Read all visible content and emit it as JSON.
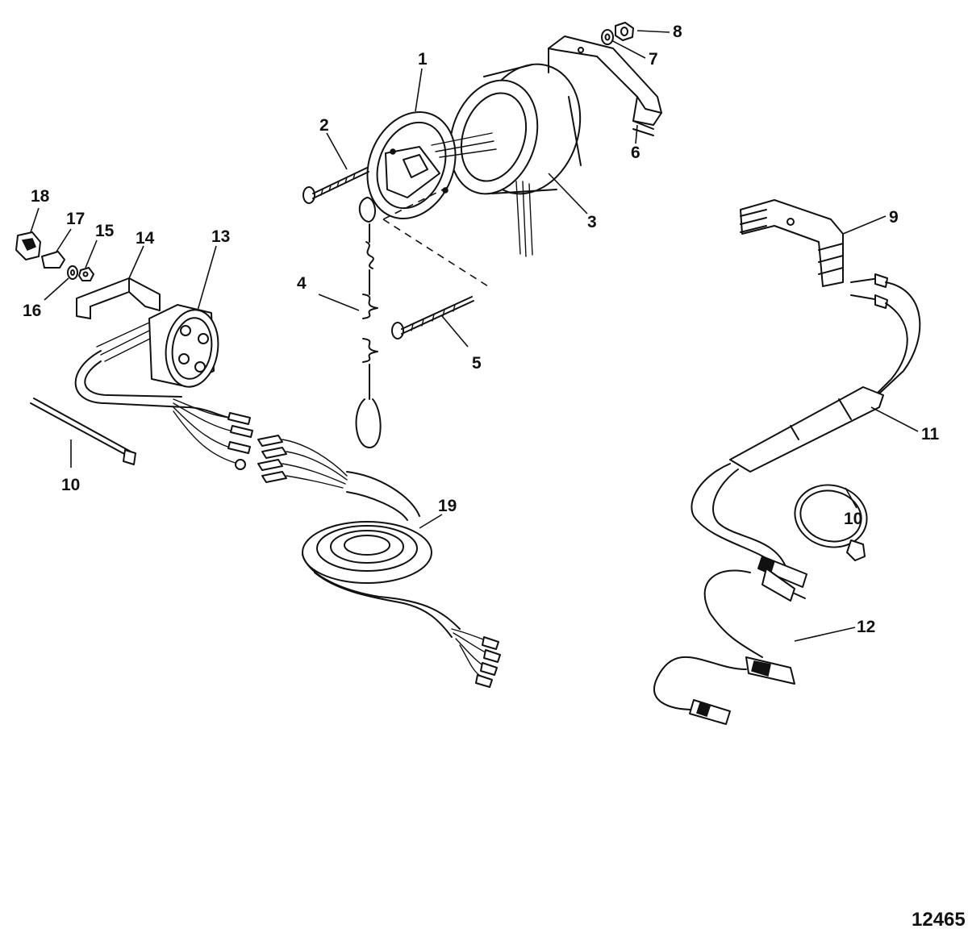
{
  "figure_number": "12465",
  "callouts": [
    {
      "id": "c1",
      "label": "1"
    },
    {
      "id": "c2",
      "label": "2"
    },
    {
      "id": "c3",
      "label": "3"
    },
    {
      "id": "c4",
      "label": "4"
    },
    {
      "id": "c5",
      "label": "5"
    },
    {
      "id": "c6",
      "label": "6"
    },
    {
      "id": "c7",
      "label": "7"
    },
    {
      "id": "c8",
      "label": "8"
    },
    {
      "id": "c9",
      "label": "9"
    },
    {
      "id": "c10a",
      "label": "10"
    },
    {
      "id": "c10b",
      "label": "10"
    },
    {
      "id": "c11",
      "label": "11"
    },
    {
      "id": "c12",
      "label": "12"
    },
    {
      "id": "c13",
      "label": "13"
    },
    {
      "id": "c14",
      "label": "14"
    },
    {
      "id": "c15",
      "label": "15"
    },
    {
      "id": "c16",
      "label": "16"
    },
    {
      "id": "c17",
      "label": "17"
    },
    {
      "id": "c18",
      "label": "18"
    },
    {
      "id": "c19",
      "label": "19"
    }
  ]
}
